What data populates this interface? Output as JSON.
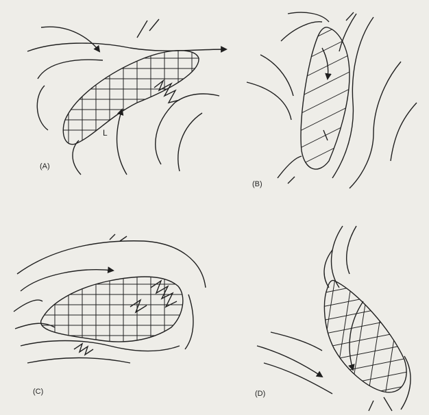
{
  "figure": {
    "panels": [
      {
        "id": "A",
        "label": "(A)",
        "center_mark": "L"
      },
      {
        "id": "B",
        "label": "(B)"
      },
      {
        "id": "C",
        "label": "(C)"
      },
      {
        "id": "D",
        "label": "(D)"
      }
    ]
  },
  "colors": {
    "background": "#eeede8",
    "ink": "#1f1f1f",
    "bleed_text": "#b9b8b2"
  }
}
